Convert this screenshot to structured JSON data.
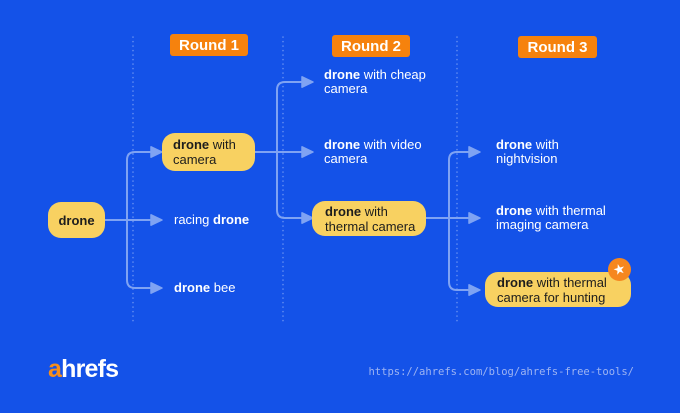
{
  "rounds": {
    "r1": "Round 1",
    "r2": "Round 2",
    "r3": "Round 3"
  },
  "labels": {
    "root": {
      "bold": "drone"
    },
    "camera": {
      "bold": "drone",
      "post": " with",
      "line2": "camera"
    },
    "racing": {
      "pre": "racing ",
      "bold": "drone"
    },
    "bee": {
      "bold": "drone",
      "post": " bee"
    },
    "cheap": {
      "bold": "drone",
      "post": " with cheap",
      "line2": "camera"
    },
    "video": {
      "bold": "drone",
      "post": " with video",
      "line2": "camera"
    },
    "thermal": {
      "bold": "drone",
      "post": " with",
      "line2": "thermal camera"
    },
    "nightvision": {
      "bold": "drone",
      "post": " with",
      "line2": "nightvision"
    },
    "imaging": {
      "bold": "drone",
      "post": " with thermal",
      "line2": "imaging camera"
    },
    "hunting": {
      "bold": "drone",
      "post": " with thermal",
      "line2": "camera for hunting"
    }
  },
  "icons": {
    "star": "★"
  },
  "footer": {
    "logo_a": "a",
    "logo_rest": "hrefs",
    "url": "https://ahrefs.com/blog/ahrefs-free-tools/"
  },
  "colors": {
    "background": "#1452E8",
    "node": "#F8D161",
    "badge": "#F6820D",
    "arrow": "#7FA3F3",
    "node_text": "#1D1D1D",
    "label_text": "#FFFFFF",
    "url_text": "#9EB4F2",
    "logo_a": "#F78E1B",
    "star_bg": "#F6871F"
  }
}
